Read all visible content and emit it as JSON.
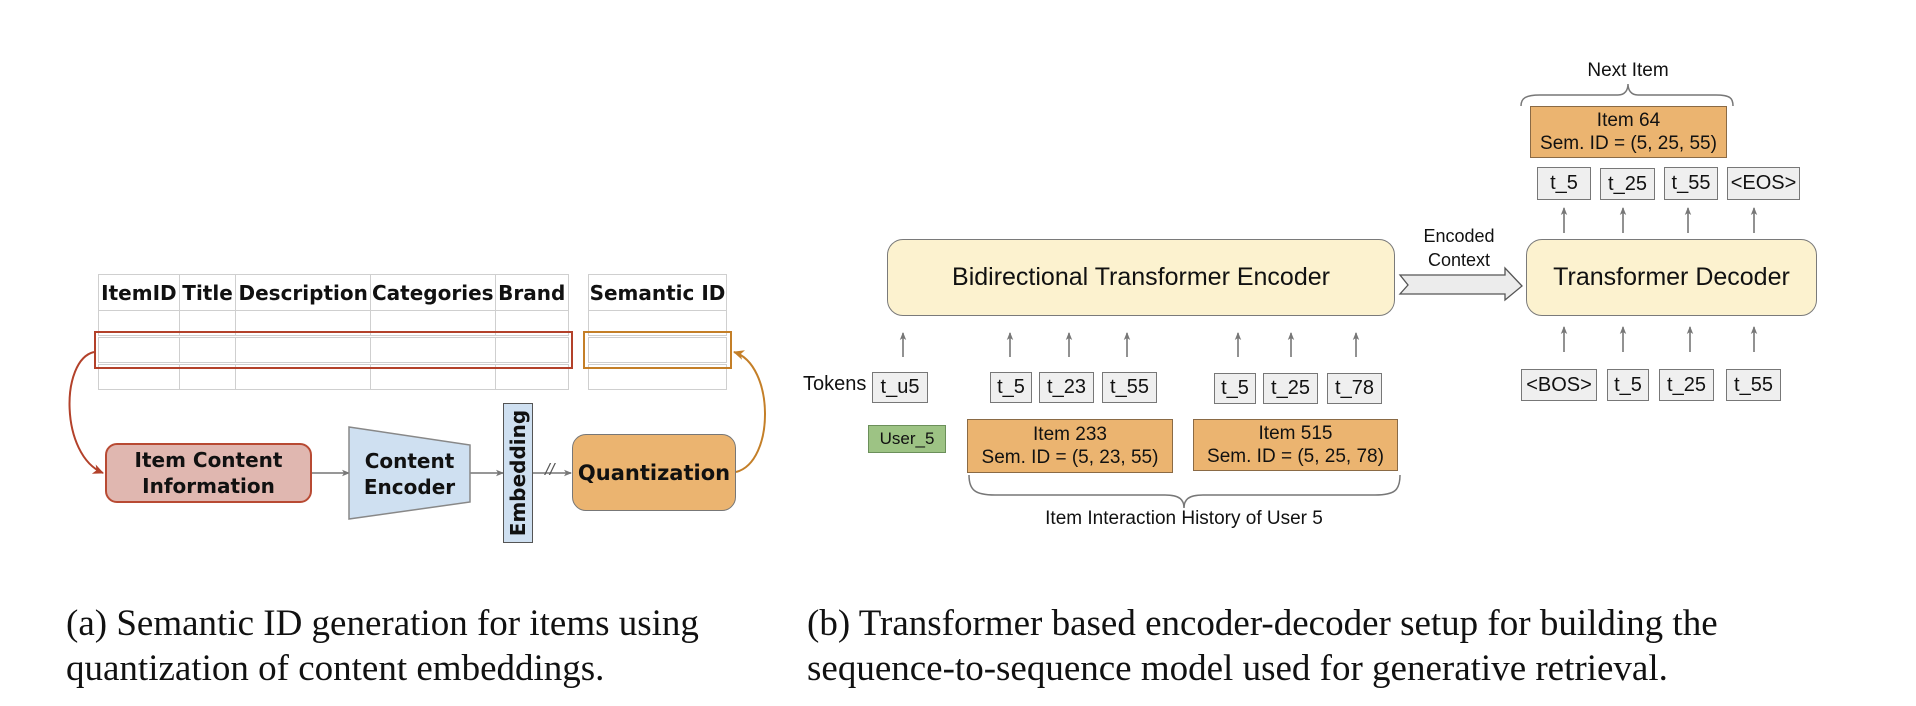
{
  "panel_a": {
    "table": {
      "headers": [
        "ItemID",
        "Title",
        "Description",
        "Categories",
        "Brand"
      ],
      "row_count": 3
    },
    "semantic_table": {
      "header": "Semantic ID",
      "row_count": 3
    },
    "item_content_info": "Item Content Information",
    "content_encoder_line1": "Content",
    "content_encoder_line2": "Encoder",
    "embedding": "Embedding",
    "stop_gradient": "//",
    "quantization": "Quantization",
    "colors": {
      "highlight_rows": "#b3412a",
      "highlight_semantic": "#c47f28",
      "item_content_fill": "#e0b7b0",
      "encoder_fill": "#cfe0f1",
      "quantization_fill": "#ebb470"
    },
    "caption_line1": "(a) Semantic ID generation for items using",
    "caption_line2": "quantization of content embeddings."
  },
  "panel_b": {
    "encoder": "Bidirectional Transformer Encoder",
    "decoder": "Transformer Decoder",
    "encoded_context_line1": "Encoded",
    "encoded_context_line2": "Context",
    "tokens_label": "Tokens",
    "user_token": "t_u5",
    "user_label": "User_5",
    "history": [
      {
        "tokens": [
          "t_5",
          "t_23",
          "t_55"
        ],
        "item": "Item 233",
        "sem_id": "Sem. ID = (5, 23, 55)"
      },
      {
        "tokens": [
          "t_5",
          "t_25",
          "t_78"
        ],
        "item": "Item 515",
        "sem_id": "Sem. ID = (5, 25, 78)"
      }
    ],
    "history_label": "Item Interaction History of User 5",
    "decoder_inputs": [
      "<BOS>",
      "t_5",
      "t_25",
      "t_55"
    ],
    "decoder_outputs": [
      "t_5",
      "t_25",
      "t_55",
      "<EOS>"
    ],
    "next_item_label": "Next Item",
    "next_item": {
      "item": "Item 64",
      "sem_id": "Sem. ID = (5, 25, 55)"
    },
    "colors": {
      "transformer_fill": "#fcf2cf",
      "token_fill": "#efefef",
      "item_fill": "#ebb470",
      "user_fill": "#9dc384"
    },
    "caption_line1": "(b) Transformer based encoder-decoder setup for building the",
    "caption_line2": "sequence-to-sequence model used for generative retrieval."
  }
}
